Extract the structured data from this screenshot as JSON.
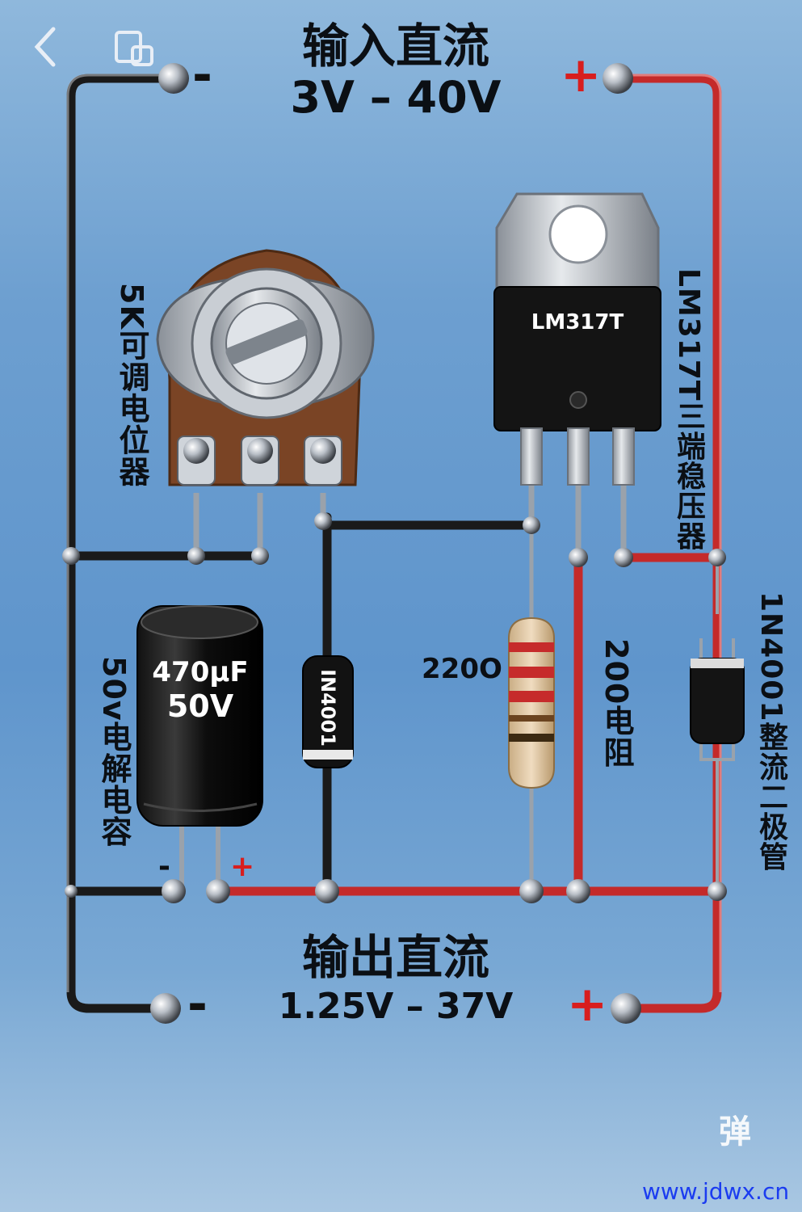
{
  "topbar": {
    "back_icon": "chevron-left-icon",
    "window_icon": "picture-in-picture-icon"
  },
  "input": {
    "title": "输入直流",
    "range": "3V – 40V",
    "neg": "-",
    "pos": "+"
  },
  "output": {
    "title": "输出直流",
    "range": "1.25V – 37V",
    "neg": "-",
    "pos": "+"
  },
  "labels": {
    "pot": "5K可调电位器",
    "regulator": "LM317T三端稳压器",
    "regulator_marking": "LM317T",
    "cap_desc": "50v电解电容",
    "cap_value": "470μF",
    "cap_voltage": "50V",
    "cap_neg": "-",
    "cap_pos": "+",
    "diode_marking": "IN4001",
    "resistor_value": "220O",
    "resistor_desc": "200电阻",
    "diode_desc": "1N4001整流二极管"
  },
  "overlay": {
    "danmu": "弹",
    "watermark": "www.jdwx.cn"
  },
  "colors": {
    "wire_positive": "#c42a2a",
    "wire_negative": "#1a1a1a",
    "background": "#6d9fd0"
  }
}
